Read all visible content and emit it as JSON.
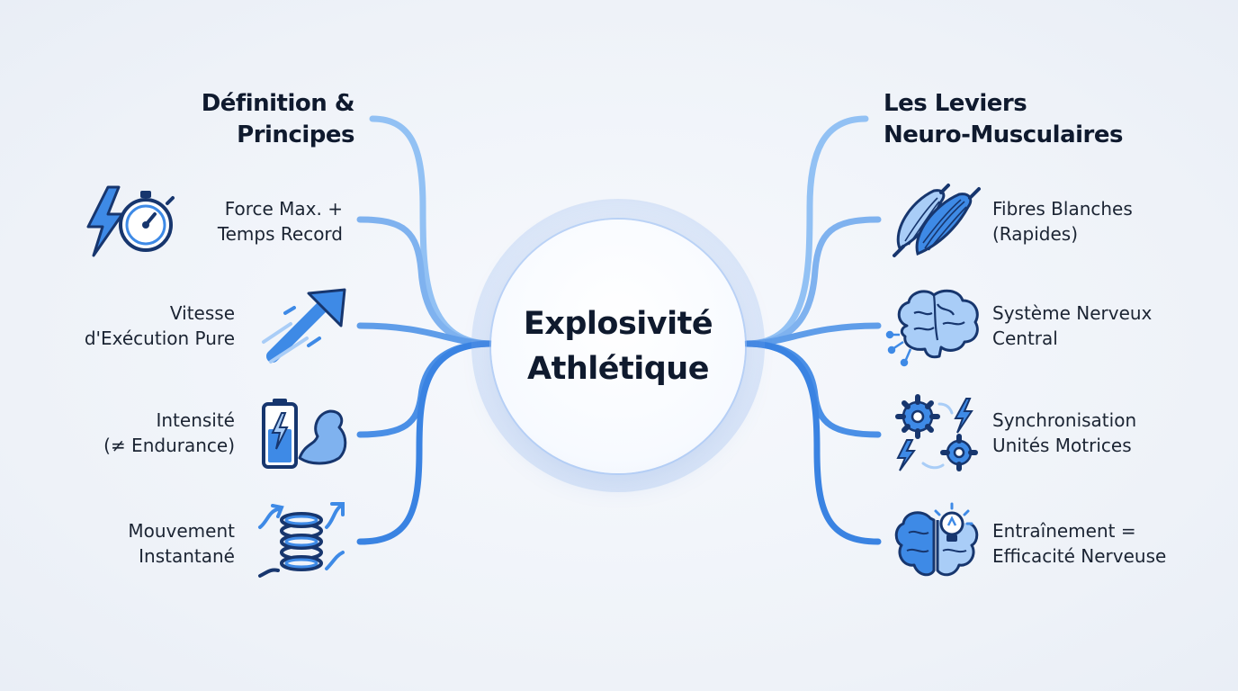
{
  "center": {
    "title": "Explosivité\nAthlétique"
  },
  "left": {
    "heading": "Définition &\nPrincipes",
    "items": [
      {
        "label": "Force Max. +\nTemps Record",
        "icon": "stopwatch-lightning-icon"
      },
      {
        "label": "Vitesse\nd'Exécution Pure",
        "icon": "speed-arrow-icon"
      },
      {
        "label": "Intensité\n(≠ Endurance)",
        "icon": "battery-muscle-icon"
      },
      {
        "label": "Mouvement\nInstantané",
        "icon": "spring-icon"
      }
    ]
  },
  "right": {
    "heading": "Les Leviers\nNeuro-Musculaires",
    "items": [
      {
        "label": "Fibres Blanches\n(Rapides)",
        "icon": "muscle-fibers-icon"
      },
      {
        "label": "Système Nerveux\nCentral",
        "icon": "brain-icon"
      },
      {
        "label": "Synchronisation\nUnités Motrices",
        "icon": "gears-lightning-icon"
      },
      {
        "label": "Entraînement =\nEfficacité Nerveuse",
        "icon": "brain-lightbulb-icon"
      }
    ]
  },
  "colors": {
    "connector_light": "#8cbdf3",
    "connector_dark": "#2f7ae0",
    "icon_stroke": "#17366e",
    "icon_fill": "#3e8ae6",
    "icon_fill_light": "#a9cdf7"
  }
}
